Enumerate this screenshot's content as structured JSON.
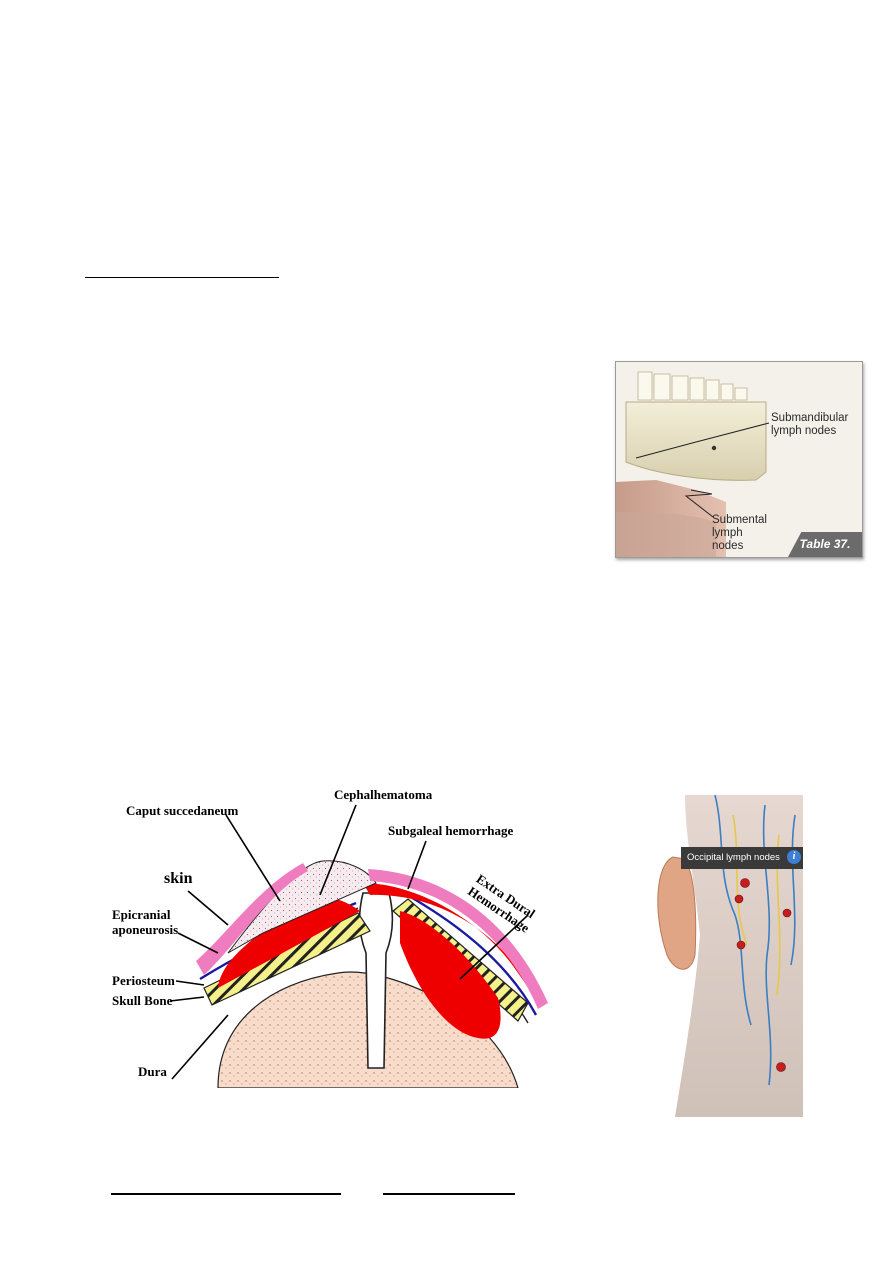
{
  "figure_jaw": {
    "label_submandibular": "Submandibular\nlymph nodes",
    "label_submental": "Submental\nlymph\nnodes",
    "table_tag": "Table 37."
  },
  "figure_scalp": {
    "labels": {
      "caput": "Caput succedaneum",
      "cephal": "Cephalhematoma",
      "subgaleal": "Subgaleal hemorrhage",
      "extradural": "Extra Dural\nHemorrhage",
      "skin": "skin",
      "epicranial": "Epicranial\naponeurosis",
      "periosteum": "Periosteum",
      "skullbone": "Skull Bone",
      "dura": "Dura"
    },
    "colors": {
      "hemorrhage": "#ee0000",
      "skin": "#f07cc0",
      "bone": "#f4f18a",
      "periosteum": "#1a1aa0",
      "brain": "#f5d6c4"
    }
  },
  "figure_occipital": {
    "tag": "Occipital lymph nodes",
    "info_icon": "info-icon"
  }
}
